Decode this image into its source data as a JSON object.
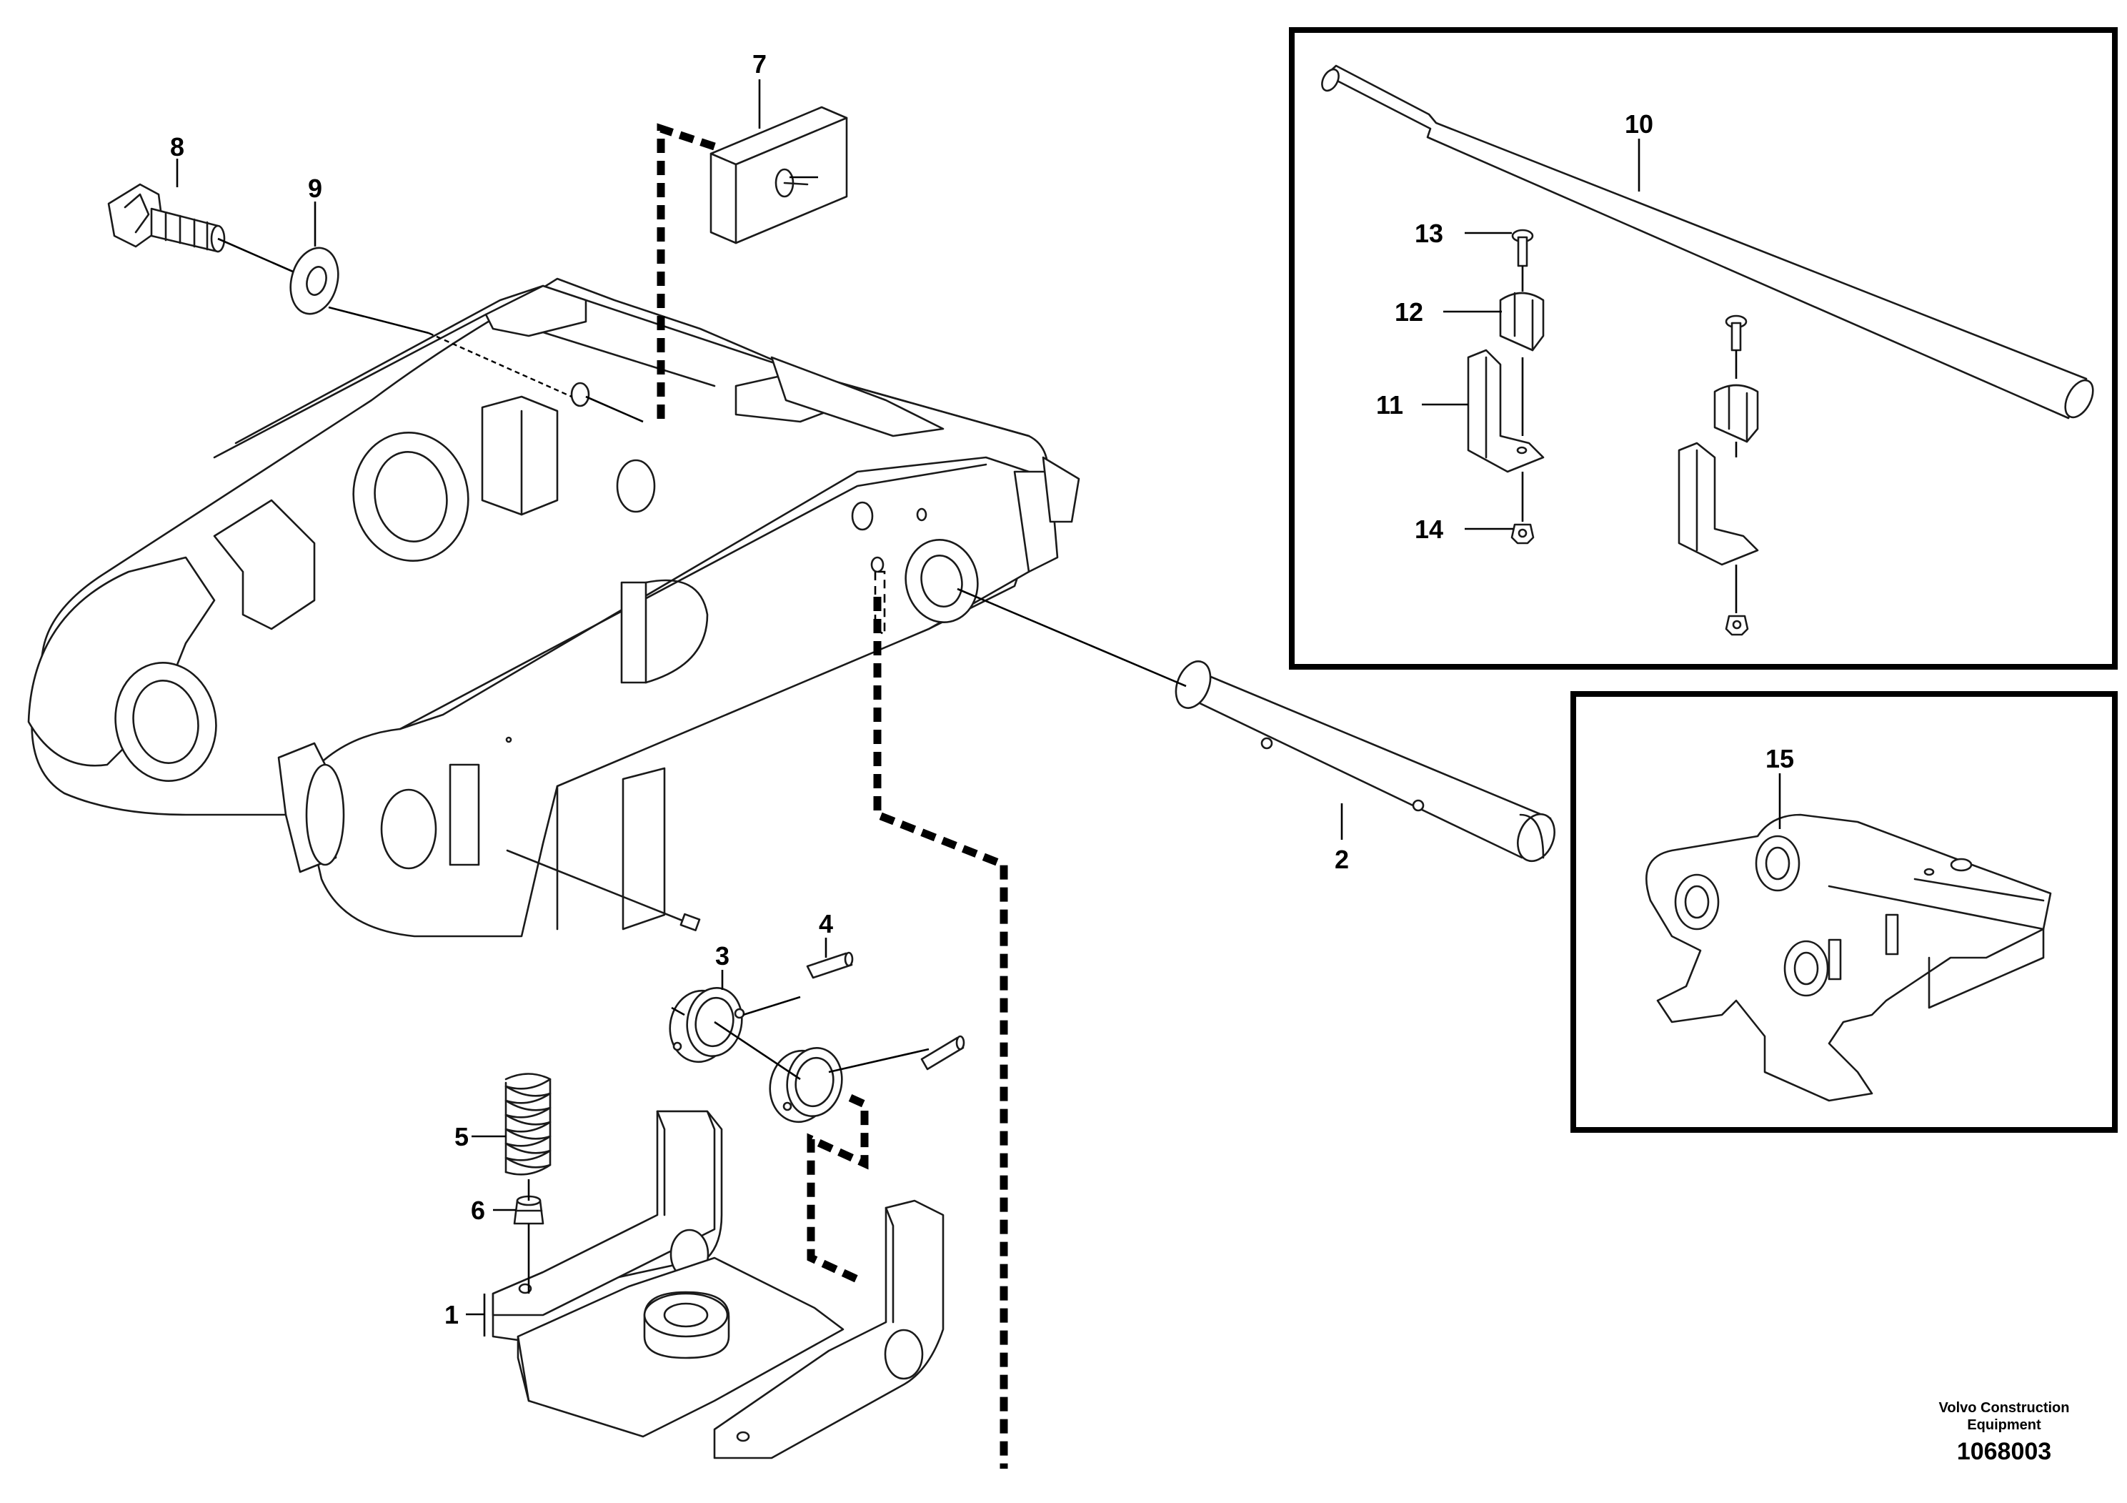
{
  "callouts": {
    "c1": "1",
    "c2": "2",
    "c3": "3",
    "c4": "4",
    "c5": "5",
    "c6": "6",
    "c7": "7",
    "c8": "8",
    "c9": "9",
    "c10": "10",
    "c11": "11",
    "c12": "12",
    "c13": "13",
    "c14": "14",
    "c15": "15"
  },
  "brand": {
    "line1": "Volvo Construction",
    "line2": "Equipment"
  },
  "drawing_number": "1068003"
}
